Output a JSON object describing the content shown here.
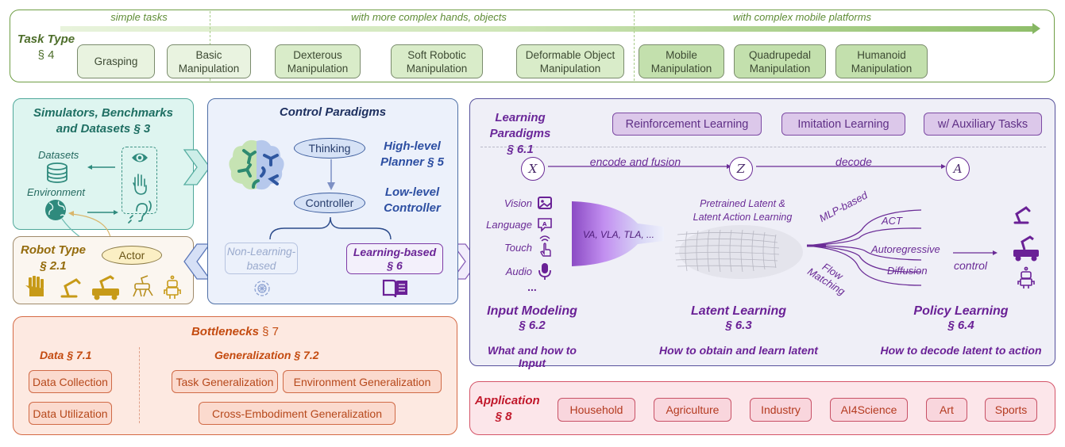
{
  "task_type": {
    "title": "Task Type",
    "section": "§ 4",
    "phases": [
      {
        "label": "simple tasks"
      },
      {
        "label": "with more complex hands, objects"
      },
      {
        "label": "with complex mobile platforms"
      }
    ],
    "tasks": [
      {
        "line1": "Grasping",
        "line2": ""
      },
      {
        "line1": "Basic",
        "line2": "Manipulation"
      },
      {
        "line1": "Dexterous",
        "line2": "Manipulation"
      },
      {
        "line1": "Soft Robotic",
        "line2": "Manipulation"
      },
      {
        "line1": "Deformable Object",
        "line2": "Manipulation"
      },
      {
        "line1": "Mobile",
        "line2": "Manipulation"
      },
      {
        "line1": "Quadrupedal",
        "line2": "Manipulation"
      },
      {
        "line1": "Humanoid",
        "line2": "Manipulation"
      }
    ]
  },
  "simulators": {
    "title_line1": "Simulators, Benchmarks",
    "title_line2": "and Datasets",
    "section": "§ 3",
    "datasets_label": "Datasets",
    "environment_label": "Environment",
    "icons": [
      "database-icon",
      "globe-icon",
      "eye-icon",
      "hand-icon",
      "ear-icon"
    ]
  },
  "robot_type": {
    "title": "Robot Type",
    "section": "§ 2.1",
    "actor_label": "Actor",
    "icons": [
      "robot-hand-icon",
      "robot-arm-icon",
      "mobile-manipulator-icon",
      "quadruped-robot-icon",
      "humanoid-robot-icon"
    ]
  },
  "control": {
    "title": "Control Paradigms",
    "thinking": "Thinking",
    "controller": "Controller",
    "high_level_line1": "High-level",
    "high_level_line2": "Planner",
    "high_level_section": "§ 5",
    "low_level_line1": "Low-level",
    "low_level_line2": "Controller",
    "non_learning_line1": "Non-Learning-",
    "non_learning_line2": "based",
    "learning_line1": "Learning-based",
    "learning_section": "§ 6"
  },
  "learning": {
    "title": "Learning Paradigms",
    "section": "§ 6.1",
    "paradigms": [
      "Reinforcement Learning",
      "Imitation Learning",
      "w/ Auxiliary Tasks"
    ],
    "nodes": {
      "x": "X",
      "z": "Z",
      "a": "A"
    },
    "encode_label": "encode and fusion",
    "decode_label": "decode",
    "modalities": [
      {
        "label": "Vision",
        "icon": "image-icon"
      },
      {
        "label": "Language",
        "icon": "language-icon"
      },
      {
        "label": "Touch",
        "icon": "touch-icon"
      },
      {
        "label": "Audio",
        "icon": "microphone-icon"
      }
    ],
    "modalities_more": "...",
    "funnel_label": "VA, VLA, TLA, ...",
    "latent_line1": "Pretrained Latent &",
    "latent_line2": "Latent Action Learning",
    "policies": [
      "MLP-based",
      "ACT",
      "Autoregressive",
      "Diffusion",
      "Flow Matching"
    ],
    "policy_flow_word1": "Flow",
    "policy_flow_word2": "Matching",
    "control_label": "control",
    "input_modeling": {
      "title": "Input Modeling",
      "section": "§ 6.2",
      "subtitle": "What and how to Input"
    },
    "latent_learning": {
      "title": "Latent Learning",
      "section": "§ 6.3",
      "subtitle": "How to obtain and learn latent"
    },
    "policy_learning": {
      "title": "Policy Learning",
      "section": "§ 6.4",
      "subtitle": "How to decode latent to action"
    }
  },
  "bottlenecks": {
    "title": "Bottlenecks",
    "section": "§ 7",
    "data_title": "Data",
    "data_section": "§ 7.1",
    "data_items": [
      "Data Collection",
      "Data Utilization"
    ],
    "gen_title": "Generalization",
    "gen_section": "§ 7.2",
    "gen_items": [
      "Task Generalization",
      "Environment Generalization",
      "Cross-Embodiment Generalization"
    ]
  },
  "application": {
    "title": "Application",
    "section": "§ 8",
    "items": [
      "Household",
      "Agriculture",
      "Industry",
      "AI4Science",
      "Art",
      "Sports"
    ]
  },
  "colors": {
    "task_green": "#6f9e45",
    "sim_teal": "#4fa89a",
    "robot_gold": "#946b0c",
    "control_blue": "#2d4fa2",
    "learning_purple": "#6a2196",
    "bottleneck_orange": "#c44b10",
    "application_red": "#c1182b"
  }
}
